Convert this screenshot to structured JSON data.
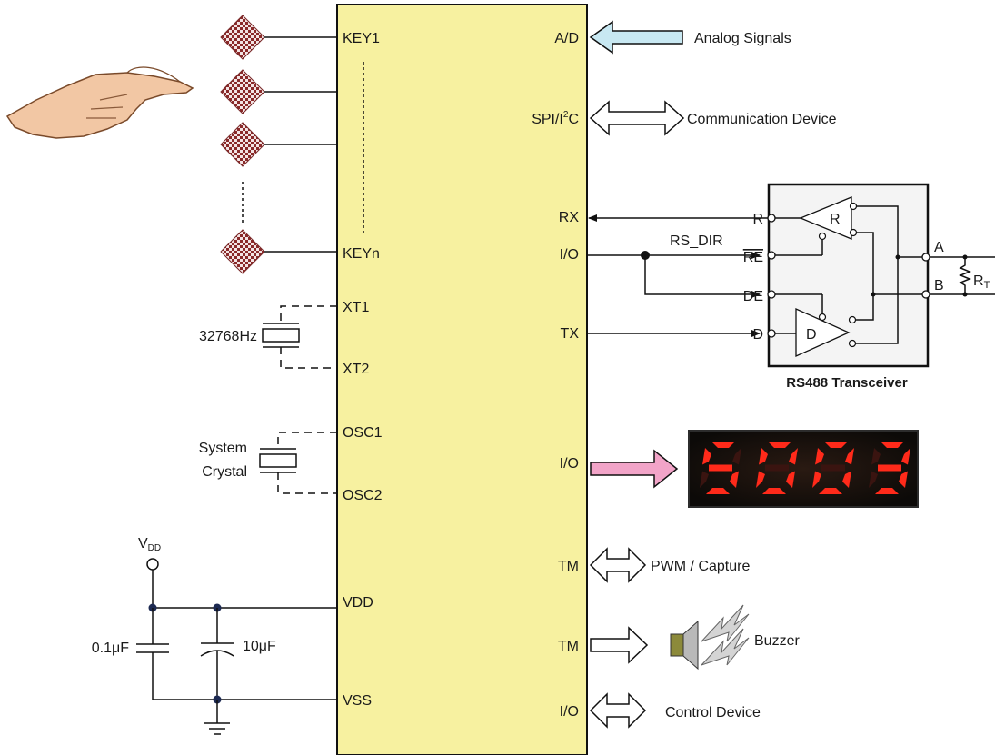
{
  "mcu": {
    "left_pins": [
      "KEY1",
      "KEYn",
      "XT1",
      "XT2",
      "OSC1",
      "OSC2",
      "VDD",
      "VSS"
    ],
    "right_pins": {
      "ad": "A/D",
      "spi_a": "SPI/I",
      "spi_sup": "2",
      "spi_b": "C",
      "rx": "RX",
      "io1": "I/O",
      "tx": "TX",
      "io2": "I/O",
      "tm1": "TM",
      "tm2": "TM",
      "io3": "I/O"
    }
  },
  "peripherals": {
    "analog": "Analog Signals",
    "comm": "Communication Device",
    "pwm": "PWM / Capture",
    "buzzer": "Buzzer",
    "control": "Control Device"
  },
  "rs485": {
    "title": "RS488 Transceiver",
    "net": "RS_DIR",
    "pins": {
      "r": "R",
      "re": "RE",
      "de": "DE",
      "d": "D",
      "a": "A",
      "b": "B"
    },
    "receiver": "R",
    "driver": "D",
    "rt_main": "R",
    "rt_sub": "T"
  },
  "crystal32k": "32768Hz",
  "sys_crystal": [
    "System",
    "Crystal"
  ],
  "vdd_main": "V",
  "vdd_sub": "DD",
  "cap1": "0.1μF",
  "cap2": "10μF",
  "display_digits": "5003",
  "colors": {
    "mcu": "#f7f1a0",
    "analog_arrow": "#c8e8f2",
    "display_arrow": "#f2a4c8",
    "display_bg": "#1a1512",
    "segment": "#ff2a1a"
  }
}
